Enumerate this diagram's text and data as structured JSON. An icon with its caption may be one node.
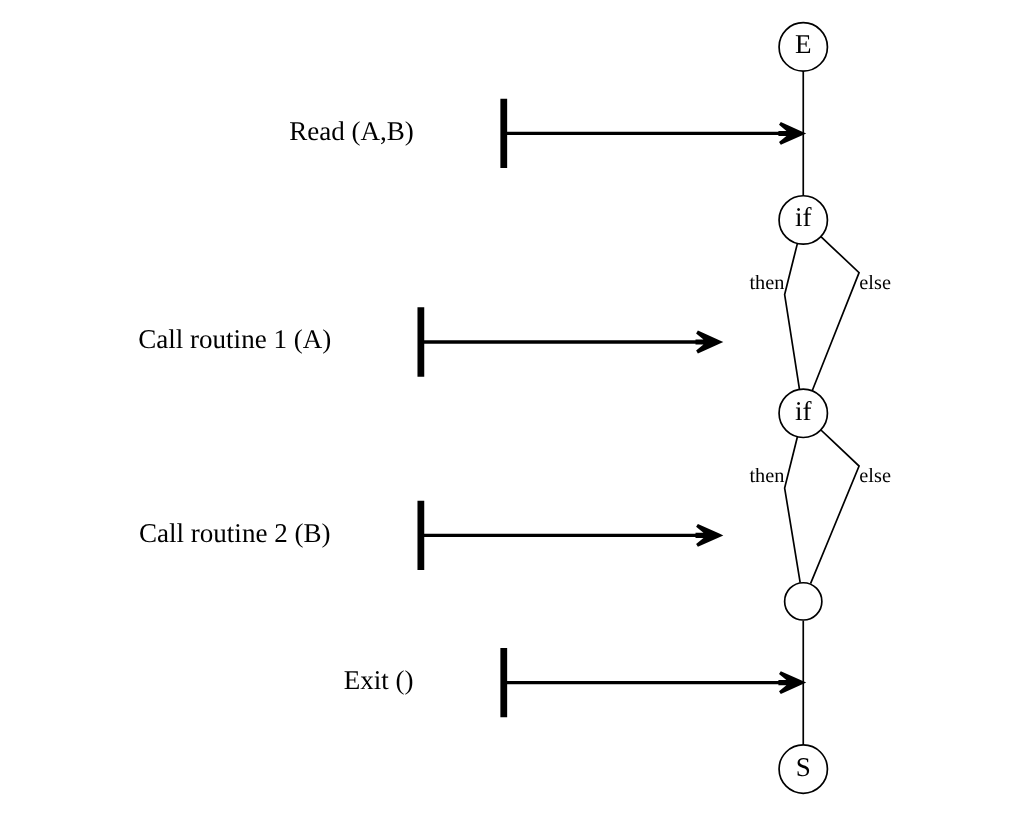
{
  "diagram": {
    "nodes": [
      {
        "text": [
          "E"
        ]
      },
      {
        "text": [
          "if"
        ]
      },
      {
        "text": [
          "if"
        ]
      },
      {
        "text": [],
        "shape": "circle"
      },
      {
        "text": [
          "S"
        ]
      },
      {
        "text": [],
        "shape": "bar",
        "beside": [
          "Read (A,B)"
        ]
      },
      {
        "text": [],
        "shape": "bar",
        "beside": [
          "Call routine 1 (A)"
        ]
      },
      {
        "text": [],
        "shape": "bar",
        "beside": [
          "Call routine 2 (B)"
        ]
      },
      {
        "text": [],
        "shape": "bar",
        "beside": [
          "Exit ()"
        ]
      }
    ],
    "edges": [
      {
        "from": 0,
        "to": 1,
        "arrow": "none"
      },
      {
        "from": 1,
        "to": 2,
        "label": "then",
        "arrow": "none"
      },
      {
        "from": 1,
        "to": 2,
        "label": "else",
        "arrow": "none"
      },
      {
        "from": 2,
        "to": 3,
        "label": "then",
        "arrow": "none"
      },
      {
        "from": 2,
        "to": 3,
        "label": "else",
        "arrow": "none"
      },
      {
        "from": 3,
        "to": 4,
        "arrow": "none"
      },
      {
        "from": 5,
        "to": null,
        "arrow": "to"
      },
      {
        "from": 6,
        "to": null,
        "arrow": "to"
      },
      {
        "from": 7,
        "to": null,
        "arrow": "to"
      },
      {
        "from": 8,
        "to": null,
        "arrow": "to"
      }
    ]
  }
}
